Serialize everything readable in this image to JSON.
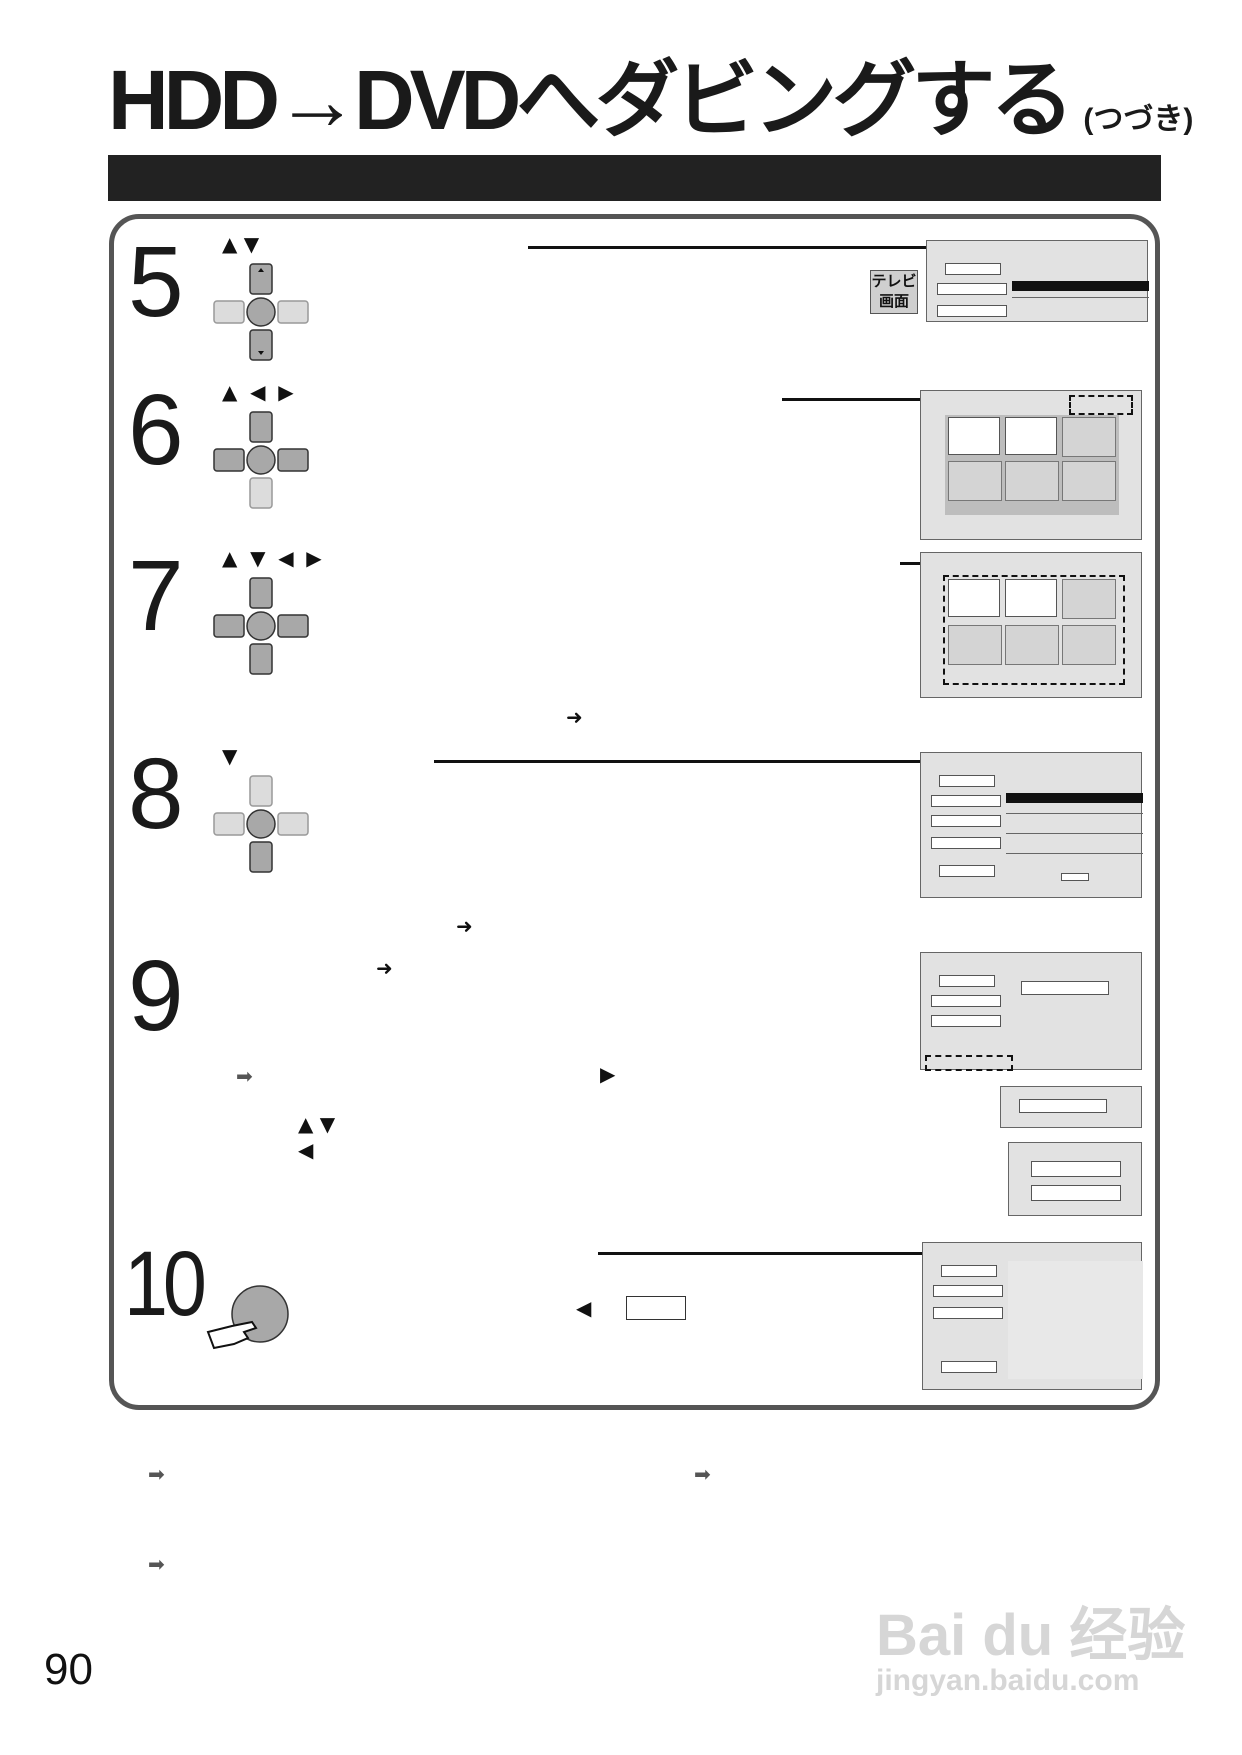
{
  "header": {
    "title": "HDD→DVDへダビングする",
    "title_suffix": "(つづき)"
  },
  "steps": [
    {
      "number": "5",
      "arrows": "▲ ▼"
    },
    {
      "number": "6",
      "arrows": "▲  ◀  ▶"
    },
    {
      "number": "7",
      "arrows": "▲  ▼  ◀  ▶"
    },
    {
      "number": "8",
      "arrows": "▼"
    },
    {
      "number": "9",
      "arrows": ""
    },
    {
      "number": "10",
      "arrows": ""
    }
  ],
  "tv_badge": {
    "line1": "テレビ",
    "line2": "画面"
  },
  "glyphs": {
    "arrow_right": "➜",
    "arrow_fat": "➡",
    "tri_right": "▶",
    "tri_left": "◀",
    "updown": "▲ ▼"
  },
  "footer": {
    "page_number": "90",
    "watermark_main": "Bai du 经验",
    "watermark_url": "jingyan.baidu.com"
  },
  "colors": {
    "frame": "#555555",
    "bar": "#222222",
    "screen_bg": "#e2e2e2",
    "button_gray": "#a8a8a8",
    "button_light": "#dcdcdc"
  }
}
